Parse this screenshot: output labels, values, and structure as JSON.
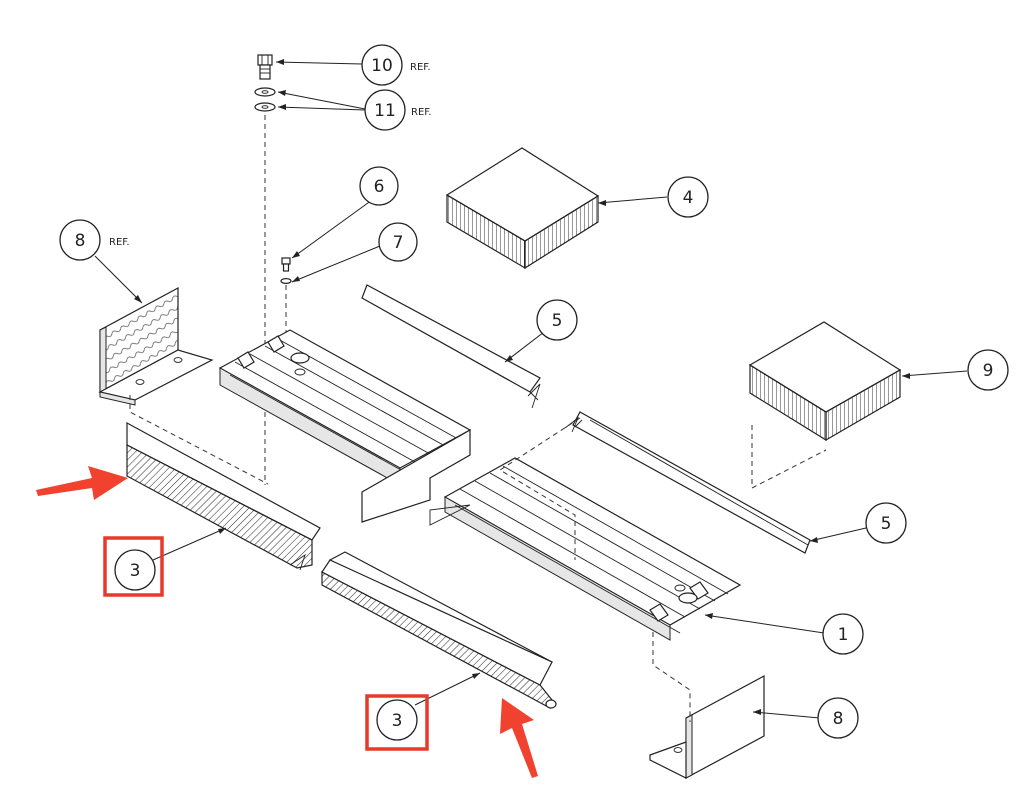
{
  "callouts": [
    {
      "id": "c10",
      "label": "10",
      "suffix": "REF."
    },
    {
      "id": "c11",
      "label": "11",
      "suffix": "REF."
    },
    {
      "id": "c6",
      "label": "6",
      "suffix": ""
    },
    {
      "id": "c7",
      "label": "7",
      "suffix": ""
    },
    {
      "id": "c4",
      "label": "4",
      "suffix": ""
    },
    {
      "id": "c8a",
      "label": "8",
      "suffix": "REF."
    },
    {
      "id": "c5a",
      "label": "5",
      "suffix": ""
    },
    {
      "id": "c9",
      "label": "9",
      "suffix": ""
    },
    {
      "id": "c5b",
      "label": "5",
      "suffix": ""
    },
    {
      "id": "c3a",
      "label": "3",
      "suffix": ""
    },
    {
      "id": "c1",
      "label": "1",
      "suffix": ""
    },
    {
      "id": "c3b",
      "label": "3",
      "suffix": ""
    },
    {
      "id": "c8b",
      "label": "8",
      "suffix": ""
    }
  ],
  "highlights": [
    {
      "target": "c3a",
      "color": "#e8392b"
    },
    {
      "target": "c3b",
      "color": "#e8392b"
    }
  ],
  "colors": {
    "line": "#222222",
    "highlight": "#e8392b",
    "arrow": "#f0422f",
    "background": "#ffffff"
  }
}
